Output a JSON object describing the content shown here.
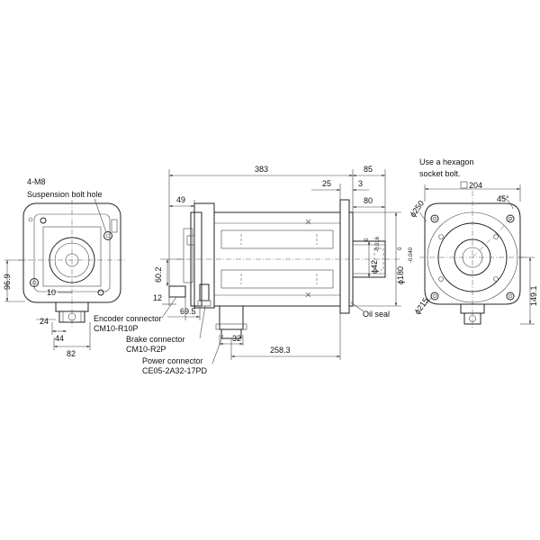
{
  "labels": {
    "bolt_spec": "4-M8",
    "suspension_bolt_hole": "Suspension bolt hole",
    "hexagon_note_line1": "Use a hexagon",
    "hexagon_note_line2": "socket bolt.",
    "encoder_connector": "Encoder connector",
    "encoder_model": "CM10-R10P",
    "brake_connector": "Brake connector",
    "brake_model": "CM10-R2P",
    "power_connector": "Power connector",
    "power_model": "CE05-2A32-17PD",
    "oil_seal": "Oil seal"
  },
  "dimensions": {
    "d383": "383",
    "d85": "85",
    "d25": "25",
    "d3": "3",
    "d80": "80",
    "d49": "49",
    "d96_9": "96.9",
    "d10": "10",
    "d24": "24",
    "d44": "44",
    "d82": "82",
    "d60_2": "60.2",
    "d12": "12",
    "d69_5": "69.5",
    "d32": "32",
    "d258_3": "258.3",
    "d204": "204",
    "d45deg": "45°",
    "d149_1": "149.1",
    "phi250": "ϕ250",
    "phi215": "ϕ215",
    "phi42": "ϕ42",
    "phi42_tol_upper": "0",
    "phi42_tol_lower": "-0.016",
    "phi180": "ϕ180",
    "phi180_tol_upper": "0",
    "phi180_tol_lower": "-0.040"
  },
  "colors": {
    "line": "#222222",
    "background": "#ffffff"
  }
}
